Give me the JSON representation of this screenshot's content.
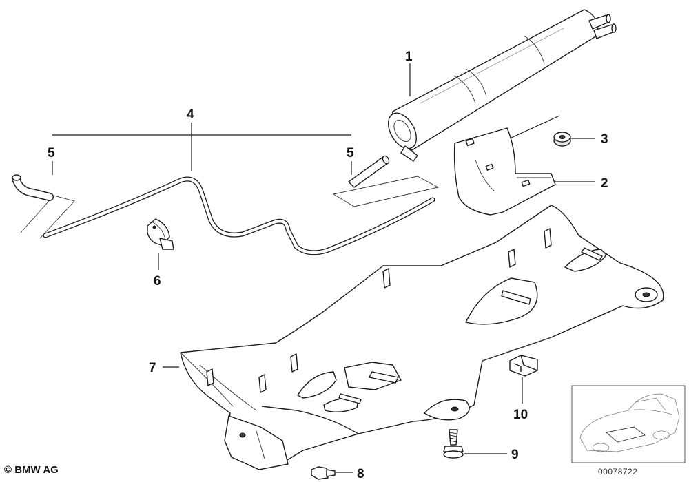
{
  "diagram": {
    "callouts": {
      "c1": "1",
      "c2": "2",
      "c3": "3",
      "c4": "4",
      "c5_left": "5",
      "c5_right": "5",
      "c6": "6",
      "c7": "7",
      "c8": "8",
      "c9": "9",
      "c10": "10"
    },
    "copyright": "© BMW AG",
    "diagram_id": "00078722"
  }
}
